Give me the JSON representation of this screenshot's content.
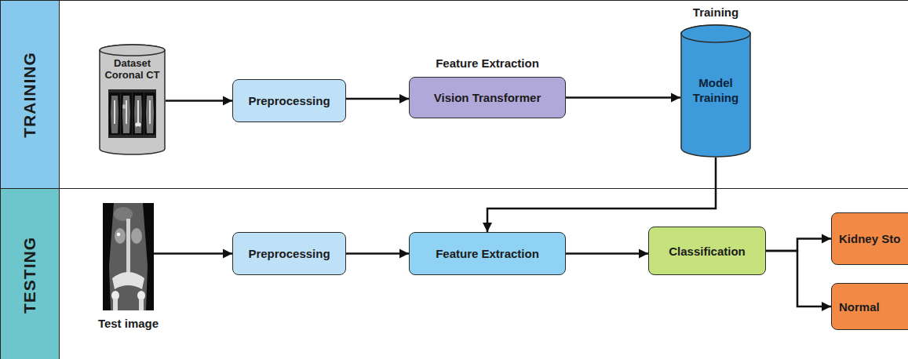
{
  "diagram": {
    "nodes": [
      {
        "text": [
          "TRAINING"
        ]
      },
      {
        "text": [
          "Dataset Coronal CT"
        ],
        "in": 0
      },
      {
        "text": [
          "Preprocessing"
        ],
        "in": 0
      },
      {
        "text": [
          "Feature Extraction",
          "Vision Transformer"
        ],
        "in": 0
      },
      {
        "text": [
          "Training",
          "Model Training"
        ],
        "in": 0
      },
      {
        "text": [
          "TESTING"
        ]
      },
      {
        "text": [
          "Test image"
        ],
        "in": 5
      },
      {
        "text": [
          "Preprocessing"
        ],
        "in": 5
      },
      {
        "text": [
          "Feature Extraction"
        ],
        "in": 5
      },
      {
        "text": [
          "Classification"
        ],
        "in": 5
      },
      {
        "text": [
          "Kidney Sto"
        ],
        "in": 5
      },
      {
        "text": [
          "Normal"
        ],
        "in": 5
      }
    ],
    "edges": [
      {
        "from": 1,
        "to": 2,
        "arrow": "to"
      },
      {
        "from": 2,
        "to": 3,
        "arrow": "to"
      },
      {
        "from": 3,
        "to": 4,
        "arrow": "to"
      },
      {
        "from": 4,
        "to": 8,
        "arrow": "to"
      },
      {
        "from": 6,
        "to": 7,
        "arrow": "to"
      },
      {
        "from": 7,
        "to": 8,
        "arrow": "to"
      },
      {
        "from": 8,
        "to": 9,
        "arrow": "to"
      },
      {
        "from": 9,
        "to": 10,
        "arrow": "to"
      },
      {
        "from": 9,
        "to": 11,
        "arrow": "to"
      }
    ]
  }
}
